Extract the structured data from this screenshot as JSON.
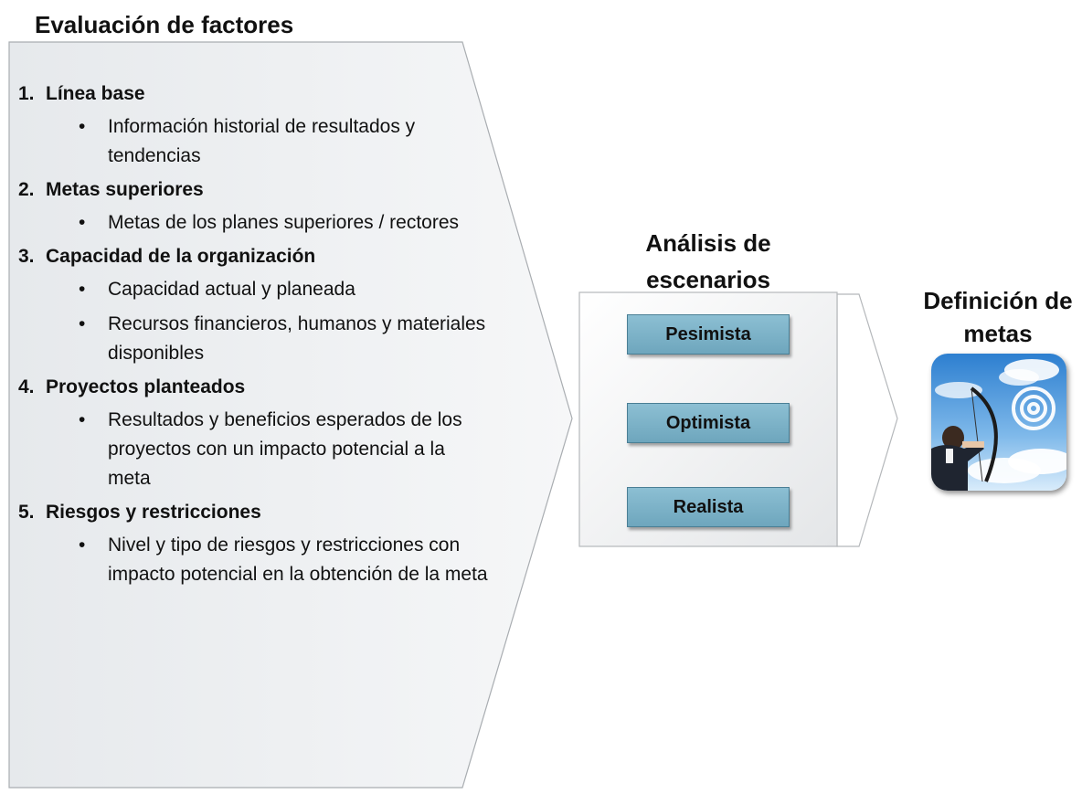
{
  "evaluacion": {
    "title": "Evaluación de factores",
    "factors": [
      {
        "number": "1.",
        "title": "Línea base",
        "bullets": [
          "Información historial de resultados y tendencias"
        ]
      },
      {
        "number": "2.",
        "title": "Metas superiores",
        "bullets": [
          "Metas de los planes superiores / rectores"
        ]
      },
      {
        "number": "3.",
        "title": "Capacidad de la organización",
        "bullets": [
          "Capacidad actual y planeada",
          "Recursos financieros, humanos y materiales disponibles"
        ]
      },
      {
        "number": "4.",
        "title": "Proyectos planteados",
        "bullets": [
          "Resultados y beneficios esperados de los proyectos con un impacto potencial a la meta"
        ]
      },
      {
        "number": "5.",
        "title": "Riesgos y restricciones",
        "bullets": [
          "Nivel y tipo de riesgos y restricciones con impacto potencial en la obtención de la meta"
        ]
      }
    ]
  },
  "escenarios": {
    "title": "Análisis de escenarios",
    "options": [
      "Pesimista",
      "Optimista",
      "Realista"
    ]
  },
  "definicion": {
    "title": "Definición de metas",
    "image_icon": "archer-target-icon"
  },
  "bullet_glyph": "•"
}
